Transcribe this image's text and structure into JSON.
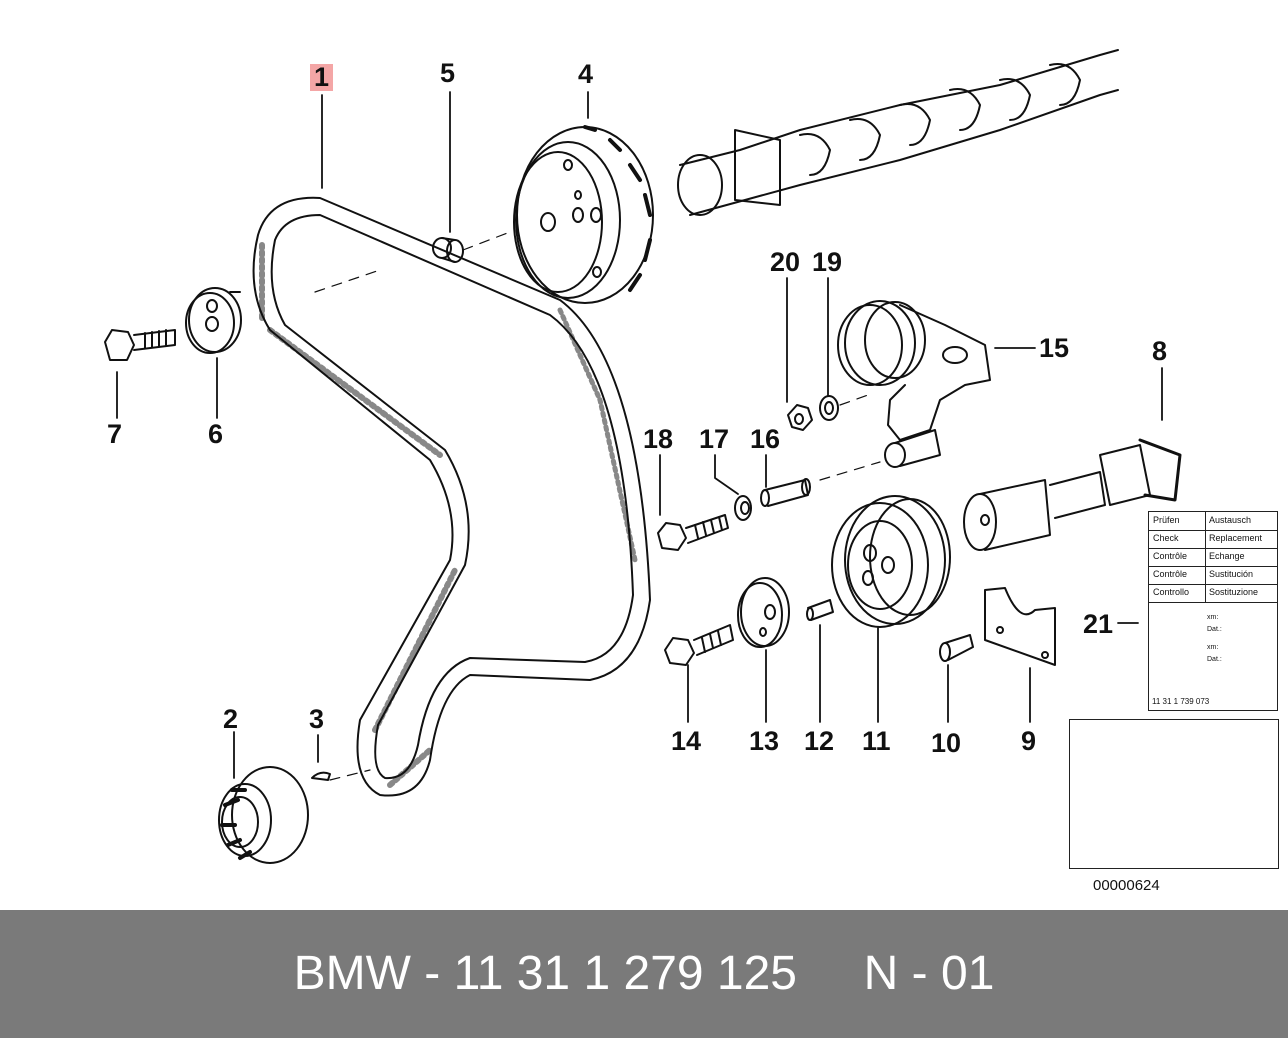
{
  "callouts": {
    "c1": "1",
    "c2": "2",
    "c3": "3",
    "c4": "4",
    "c5": "5",
    "c6": "6",
    "c7": "7",
    "c8": "8",
    "c9": "9",
    "c10": "10",
    "c11": "11",
    "c12": "12",
    "c13": "13",
    "c14": "14",
    "c15": "15",
    "c16": "16",
    "c17": "17",
    "c18": "18",
    "c19": "19",
    "c20": "20",
    "c21": "21"
  },
  "legend": {
    "rows": [
      {
        "left": "Prüfen",
        "right": "Austausch"
      },
      {
        "left": "Check",
        "right": "Replacement"
      },
      {
        "left": "Contrôle",
        "right": "Echange"
      },
      {
        "left": "Contrôle",
        "right": "Sustitución"
      },
      {
        "left": "Controllo",
        "right": "Sostituzione"
      }
    ],
    "xm1": "xm:",
    "dat1": "Dat.:",
    "xm2": "xm:",
    "dat2": "Dat.:",
    "part_number": "11 31 1 739 073"
  },
  "reference_code": "00000624",
  "footer": {
    "text": "BMW - 11 31 1 279 125     N - 01"
  },
  "colors": {
    "highlight": "#f4a6a6",
    "footer_bg": "#7a7a7a",
    "line": "#111111"
  }
}
